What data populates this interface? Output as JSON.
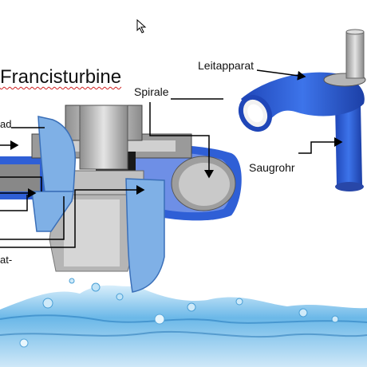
{
  "title": "Francisturbine",
  "labels": {
    "spirale": "Spirale",
    "leitapparat": "Leitapparat",
    "saugrohr": "Saugrohr",
    "cut_label_1": "ad",
    "cut_label_2": "at-"
  },
  "colors": {
    "blue_part": "#2f5fd6",
    "blade_fill": "#7fb0e6",
    "metal": "#b9b9b9",
    "water": "#4aa6e0",
    "arrow": "#000000"
  },
  "icons": [
    "mouse-cursor-icon"
  ]
}
